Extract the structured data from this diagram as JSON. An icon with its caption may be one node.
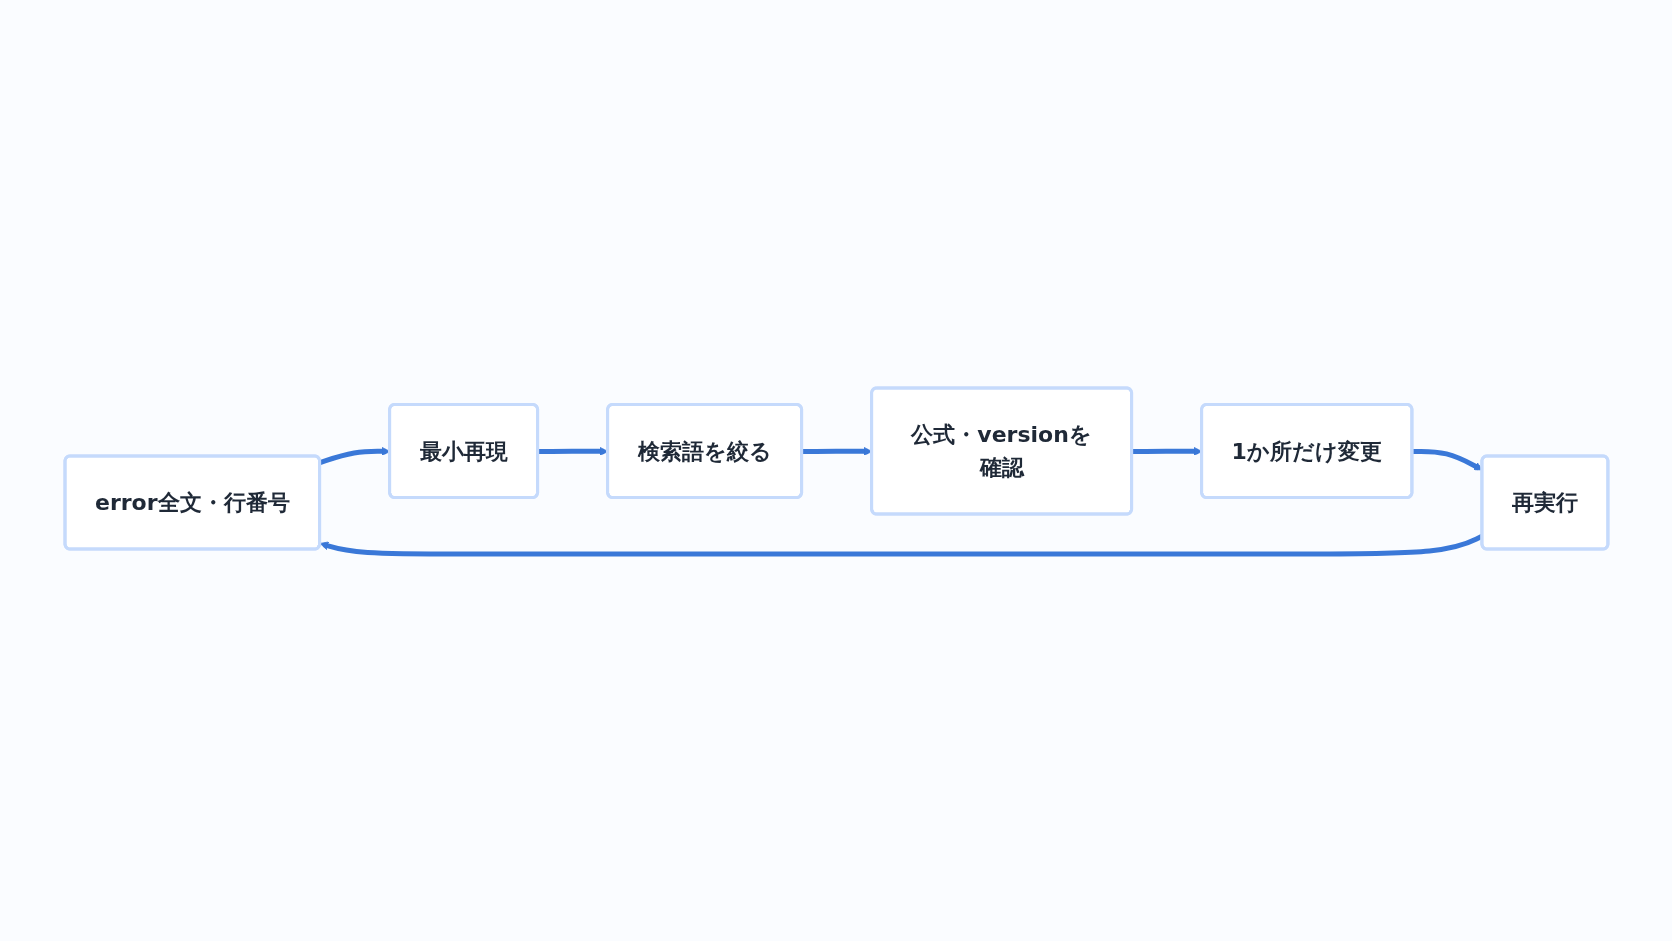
{
  "diagram": {
    "nodes": [
      {
        "text": [
          "error全文・行番号"
        ]
      },
      {
        "text": [
          "最小再現"
        ]
      },
      {
        "text": [
          "検索語を絞る"
        ]
      },
      {
        "text": [
          "公式・versionを確認"
        ]
      },
      {
        "text": [
          "1か所だけ変更"
        ]
      },
      {
        "text": [
          "再実行"
        ]
      }
    ],
    "edges": [
      {
        "from": 0,
        "to": 1,
        "arrow": "to"
      },
      {
        "from": 1,
        "to": 2,
        "arrow": "to"
      },
      {
        "from": 2,
        "to": 3,
        "arrow": "to"
      },
      {
        "from": 3,
        "to": 4,
        "arrow": "to"
      },
      {
        "from": 4,
        "to": 5,
        "arrow": "to"
      },
      {
        "from": 5,
        "to": 0,
        "arrow": "to"
      }
    ]
  }
}
